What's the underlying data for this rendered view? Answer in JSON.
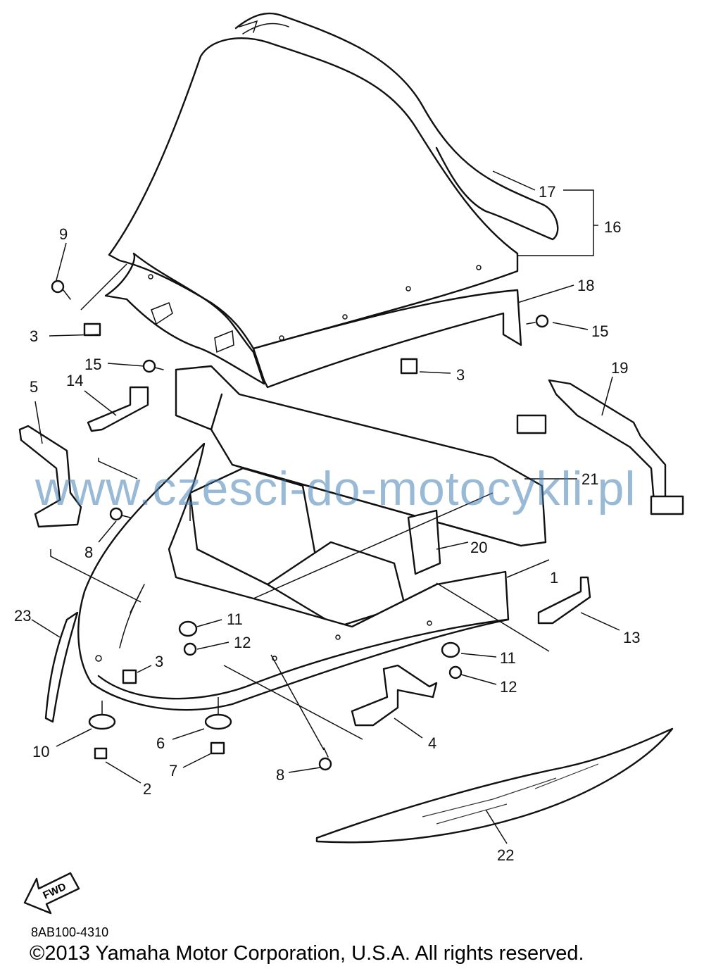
{
  "watermark": "www.czesci-do-motocykli.pl",
  "diagram_code": "8AB100-4310",
  "copyright": "©2013 Yamaha Motor Corporation, U.S.A. All rights reserved.",
  "fwd_label": "FWD",
  "callouts": [
    "1",
    "2",
    "3",
    "3",
    "3",
    "4",
    "5",
    "6",
    "7",
    "8",
    "8",
    "9",
    "10",
    "11",
    "11",
    "12",
    "12",
    "13",
    "14",
    "15",
    "15",
    "16",
    "17",
    "18",
    "19",
    "20",
    "21",
    "22",
    "23"
  ]
}
